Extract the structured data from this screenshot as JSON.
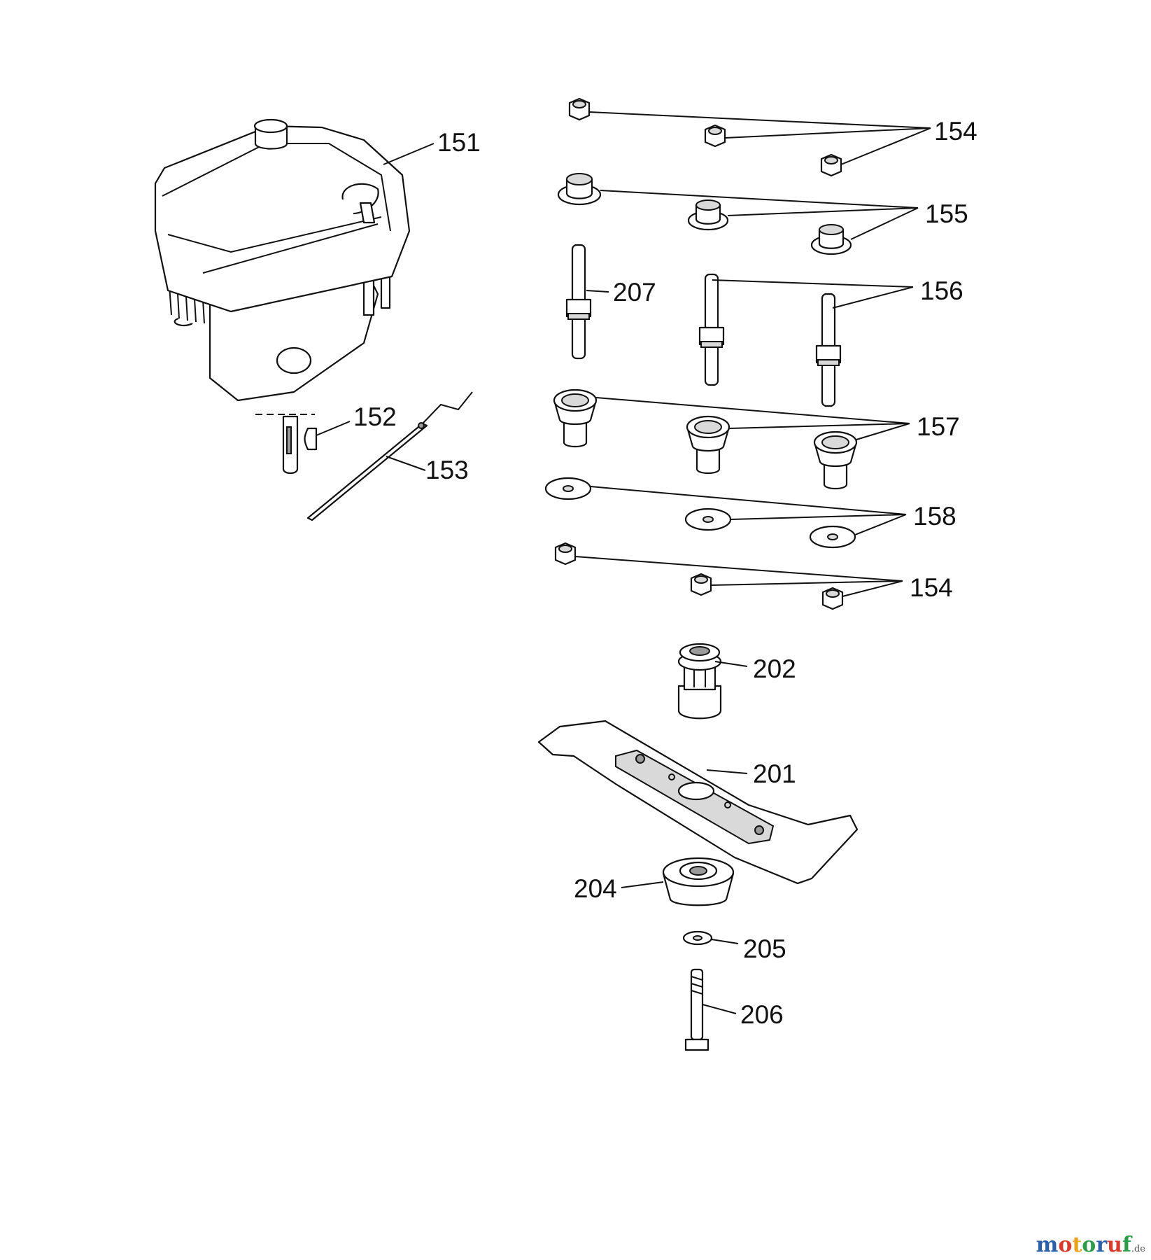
{
  "diagram": {
    "labels": {
      "p151": "151",
      "p152": "152",
      "p153": "153",
      "p154a": "154",
      "p155": "155",
      "p207": "207",
      "p156": "156",
      "p157": "157",
      "p158": "158",
      "p154b": "154",
      "p202": "202",
      "p201": "201",
      "p204": "204",
      "p205": "205",
      "p206": "206"
    },
    "watermark": {
      "brand": "motoruf",
      "suffix": ".de",
      "colors": [
        "#2b5fa8",
        "#d83a2e",
        "#e9a21b",
        "#2e9b48",
        "#2b5fa8",
        "#d83a2e",
        "#2e9b48"
      ]
    }
  }
}
